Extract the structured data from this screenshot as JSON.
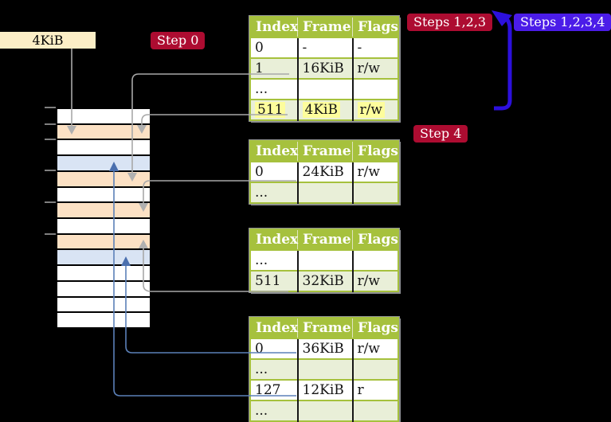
{
  "labels": {
    "page_size_box": "4KiB",
    "step0": "Step 0",
    "steps123": "Steps 1,2,3",
    "steps1234": "Steps 1,2,3,4",
    "step4": "Step 4"
  },
  "tables": [
    {
      "name": "page-table-level-1",
      "headers": [
        "Index",
        "Frame",
        "Flags"
      ],
      "rows": [
        {
          "cells": [
            "0",
            "-",
            "-"
          ],
          "shaded": false,
          "highlight": false
        },
        {
          "cells": [
            "1",
            "16KiB",
            "r/w"
          ],
          "shaded": true,
          "highlight": false
        },
        {
          "cells": [
            "...",
            "",
            ""
          ],
          "shaded": false,
          "highlight": false
        },
        {
          "cells": [
            "511",
            "4KiB",
            "r/w"
          ],
          "shaded": true,
          "highlight": true
        }
      ]
    },
    {
      "name": "page-table-level-2",
      "headers": [
        "Index",
        "Frame",
        "Flags"
      ],
      "rows": [
        {
          "cells": [
            "0",
            "24KiB",
            "r/w"
          ],
          "shaded": false,
          "highlight": false
        },
        {
          "cells": [
            "...",
            "",
            ""
          ],
          "shaded": true,
          "highlight": false
        }
      ]
    },
    {
      "name": "page-table-level-3",
      "headers": [
        "Index",
        "Frame",
        "Flags"
      ],
      "rows": [
        {
          "cells": [
            "...",
            "",
            ""
          ],
          "shaded": false,
          "highlight": false
        },
        {
          "cells": [
            "511",
            "32KiB",
            "r/w"
          ],
          "shaded": true,
          "highlight": false
        }
      ]
    },
    {
      "name": "page-table-level-4",
      "headers": [
        "Index",
        "Frame",
        "Flags"
      ],
      "rows": [
        {
          "cells": [
            "0",
            "36KiB",
            "r/w"
          ],
          "shaded": false,
          "highlight": false
        },
        {
          "cells": [
            "...",
            "",
            ""
          ],
          "shaded": true,
          "highlight": false
        },
        {
          "cells": [
            "127",
            "12KiB",
            "r"
          ],
          "shaded": false,
          "highlight": false
        },
        {
          "cells": [
            "...",
            "",
            ""
          ],
          "shaded": true,
          "highlight": false
        }
      ]
    }
  ],
  "memory_strip": {
    "rows": [
      "white",
      "peach",
      "white",
      "blue",
      "peach",
      "white",
      "peach",
      "white",
      "peach",
      "blue",
      "white",
      "white",
      "white",
      "white"
    ]
  },
  "colors": {
    "table_header_green": "#a6c13d",
    "row_tint_green": "#e9efd8",
    "highlight_yellow": "#fdfd9c",
    "strip_peach": "#fce1c4",
    "strip_blue": "#d9e4f4",
    "badge_crimson": "#ad0c31",
    "badge_blue": "#4b1ce8",
    "thick_arrow_blue": "#2c10dd",
    "connector_gray": "#a8a8a8",
    "connector_steel_blue": "#5b80b8",
    "page_size_box_fill": "#fceec6"
  }
}
